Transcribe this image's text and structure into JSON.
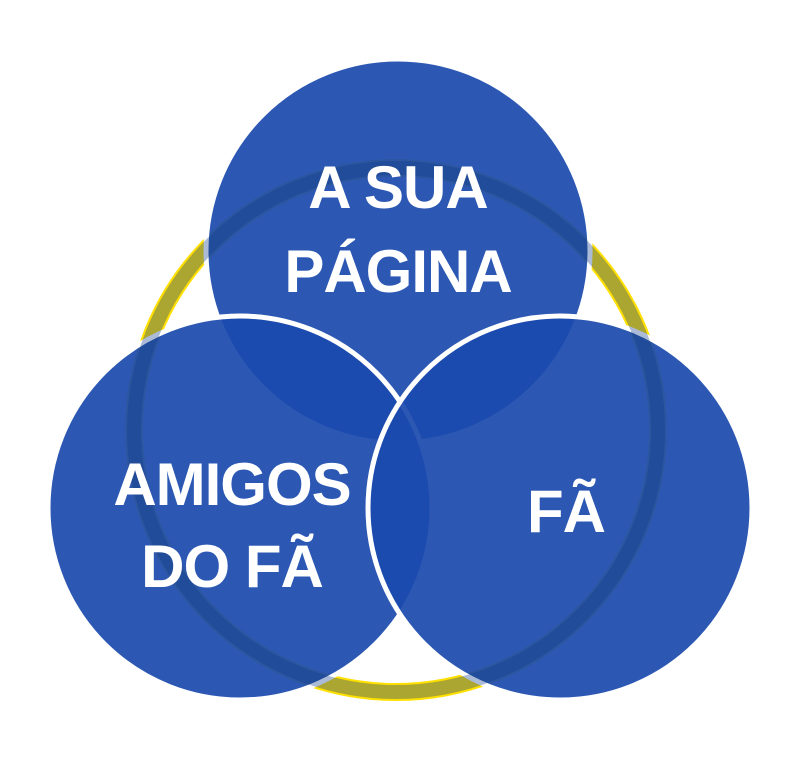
{
  "diagram": {
    "colors": {
      "ring": "#ffe000",
      "circle_fill": "#1a4aae",
      "circle_stroke": "#ffffff"
    },
    "circles": {
      "top": {
        "line1": "A SUA",
        "line2": "PÁGINA"
      },
      "left": {
        "line1": "AMIGOS",
        "line2": "DO FÃ"
      },
      "right": {
        "line1": "FÃ"
      }
    }
  }
}
